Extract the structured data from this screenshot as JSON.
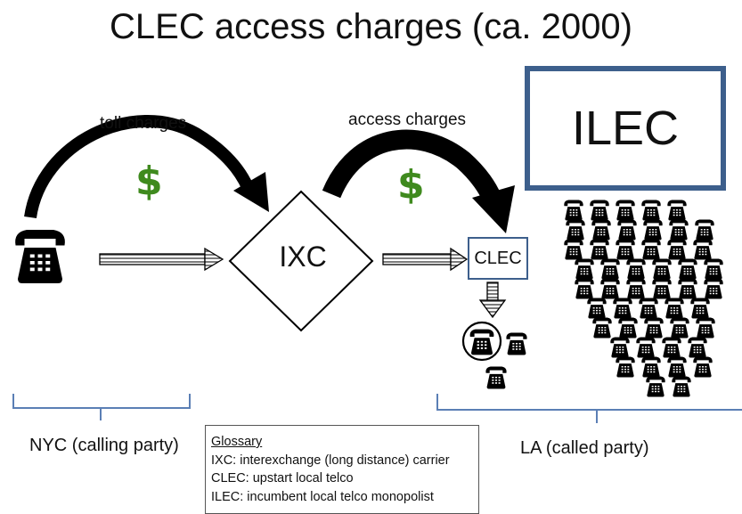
{
  "title": "CLEC access charges (ca. 2000)",
  "labels": {
    "toll_charges": "toll charges",
    "access_charges": "access charges",
    "dollar": "$",
    "ixc": "IXC",
    "clec": "CLEC",
    "ilec": "ILEC",
    "nyc": "NYC (calling party)",
    "la": "LA (called party)"
  },
  "glossary": {
    "title": "Glossary",
    "items": [
      "IXC:  interexchange (long distance) carrier",
      "CLEC:  upstart local telco",
      "ILEC:  incumbent local telco monopolist"
    ]
  },
  "colors": {
    "dollar": "#3f8a1e",
    "box_border": "#3d5f8c",
    "bracket": "#5b7fb5"
  },
  "icons": {
    "phone": "telephone-icon",
    "phone_cluster": "telephone-cluster-icon"
  }
}
